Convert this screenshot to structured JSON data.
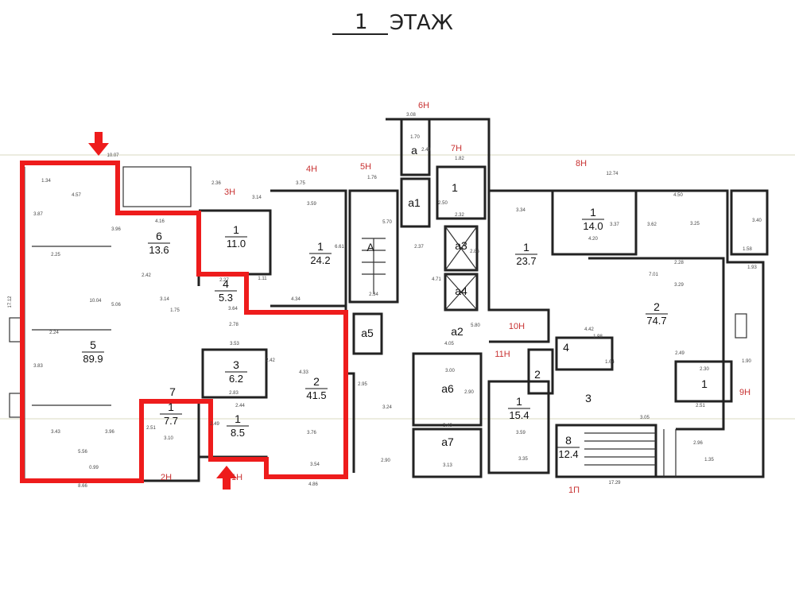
{
  "title": {
    "number": "1",
    "word": "ЭТАЖ"
  },
  "colors": {
    "highlight": "#ee1c1c",
    "entrance_label": "#c83232",
    "walls": "#222222",
    "tick_lines": "#d9d9c0"
  },
  "rooms": [
    {
      "id": "r5",
      "num": "5",
      "area": "89.9"
    },
    {
      "id": "r6",
      "num": "6",
      "area": "13.6"
    },
    {
      "id": "r7",
      "num": "7",
      "area": ""
    },
    {
      "id": "r1-2h",
      "num": "1",
      "area": "7.7"
    },
    {
      "id": "r4",
      "num": "4",
      "area": "5.3"
    },
    {
      "id": "r3",
      "num": "3",
      "area": "6.2"
    },
    {
      "id": "r1-1h",
      "num": "1",
      "area": "8.5"
    },
    {
      "id": "r1-3h",
      "num": "1",
      "area": "11.0"
    },
    {
      "id": "r1-4h",
      "num": "1",
      "area": "24.2"
    },
    {
      "id": "r2-left",
      "num": "2",
      "area": "41.5"
    },
    {
      "id": "ra",
      "num": "а",
      "area": ""
    },
    {
      "id": "ra1",
      "num": "а1",
      "area": ""
    },
    {
      "id": "rA",
      "num": "А",
      "area": ""
    },
    {
      "id": "r1-7h",
      "num": "1",
      "area": ""
    },
    {
      "id": "ra3",
      "num": "а3",
      "area": ""
    },
    {
      "id": "ra4",
      "num": "а4",
      "area": ""
    },
    {
      "id": "ra5",
      "num": "а5",
      "area": ""
    },
    {
      "id": "ra2",
      "num": "а2",
      "area": ""
    },
    {
      "id": "ra6",
      "num": "а6",
      "area": ""
    },
    {
      "id": "ra7",
      "num": "а7",
      "area": ""
    },
    {
      "id": "r1-8h-top",
      "num": "1",
      "area": "14.0"
    },
    {
      "id": "r1-8h",
      "num": "1",
      "area": "23.7"
    },
    {
      "id": "r2-right",
      "num": "2",
      "area": "74.7"
    },
    {
      "id": "r4-right",
      "num": "4",
      "area": ""
    },
    {
      "id": "r2-small",
      "num": "2",
      "area": ""
    },
    {
      "id": "r3-right",
      "num": "3",
      "area": ""
    },
    {
      "id": "r1-11h",
      "num": "1",
      "area": "15.4"
    },
    {
      "id": "r8",
      "num": "8",
      "area": "12.4"
    },
    {
      "id": "r1-9h",
      "num": "1",
      "area": ""
    }
  ],
  "entrances": [
    "1Н",
    "2Н",
    "3Н",
    "4Н",
    "5Н",
    "6Н",
    "7Н",
    "8Н",
    "9Н",
    "10Н",
    "11Н",
    "1П"
  ],
  "dimensions": [
    "10.07",
    "1.34",
    "4.57",
    "3.87",
    "4.16",
    "3.96",
    "2.25",
    "10.04",
    "5.06",
    "2.24",
    "3.83",
    "3.43",
    "5.56",
    "3.96",
    "8.66",
    "2.42",
    "3.14",
    "1.75",
    "2.27",
    "3.64",
    "1.11",
    "4.34",
    "2.78",
    "3.53",
    "2.42",
    "4.33",
    "2.83",
    "2.44",
    "2.49",
    "3.76",
    "3.54",
    "4.86",
    "3.10",
    "2.51",
    "0.99",
    "2.36",
    "3.14",
    "3.75",
    "3.59",
    "6.61",
    "1.76",
    "5.70",
    "2.34",
    "3.08",
    "1.70",
    "2.49",
    "2.37",
    "4.71",
    "1.82",
    "2.32",
    "2.50",
    "2.86",
    "5.80",
    "4.05",
    "3.00",
    "2.90",
    "3.49",
    "3.13",
    "3.24",
    "2.95",
    "2.90",
    "12.74",
    "4.50",
    "3.34",
    "3.62",
    "4.20",
    "3.37",
    "3.25",
    "7.01",
    "2.28",
    "3.29",
    "2.49",
    "2.30",
    "2.51",
    "4.42",
    "1.98",
    "1.64",
    "3.05",
    "3.59",
    "3.35",
    "17.29",
    "3.40",
    "1.58",
    "1.93",
    "17.12",
    "1.90",
    "2.96",
    "1.35"
  ]
}
